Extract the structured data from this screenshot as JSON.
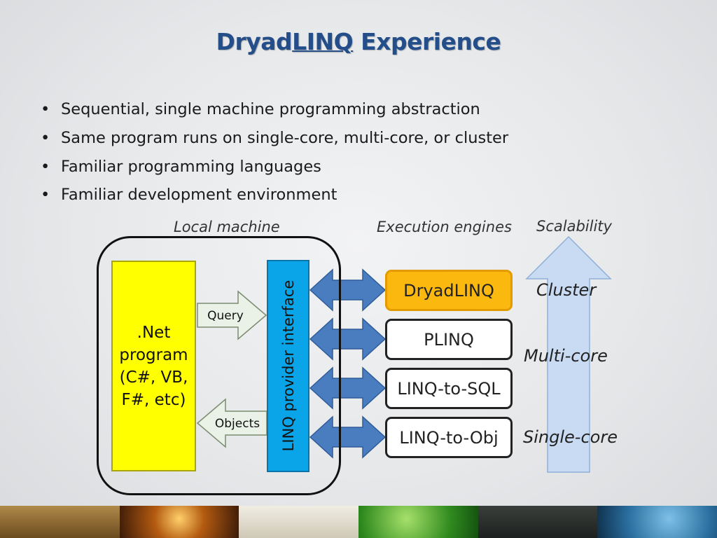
{
  "slide": {
    "title_part1": "Dryad",
    "title_part2": "LINQ",
    "title_part3": " Experience"
  },
  "bullets": [
    "Sequential, single machine programming abstraction",
    "Same program runs on single-core, multi-core, or cluster",
    "Familiar programming languages",
    "Familiar development environment"
  ],
  "diagram": {
    "local_machine_label": "Local machine",
    "execution_engines_label": "Execution engines",
    "scalability_label": "Scalability",
    "net_program": ".Net\nprogram\n(C#, VB,\nF#, etc)",
    "query_label": "Query",
    "objects_label": "Objects",
    "provider_label": "LINQ provider interface",
    "engines": [
      "DryadLINQ",
      "PLINQ",
      "LINQ-to-SQL",
      "LINQ-to-Obj"
    ],
    "scale_levels": [
      "Cluster",
      "Multi-core",
      "Single-core"
    ],
    "colors": {
      "net_program": "#ffff00",
      "provider": "#0aa5e8",
      "active_engine": "#fbb90f",
      "bidir_arrow": "#4a7cc0",
      "scalability_arrow": "#c9dbf3",
      "title": "#234e8a"
    }
  }
}
